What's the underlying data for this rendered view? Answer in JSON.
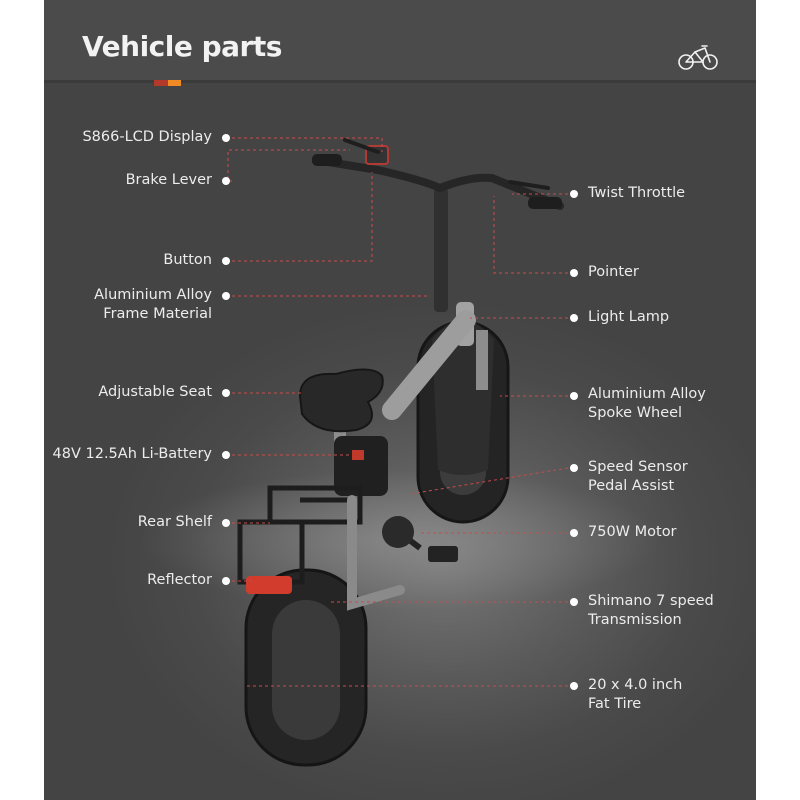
{
  "header": {
    "title": "Vehicle parts",
    "accent_colors": [
      "#b3392b",
      "#f08a24"
    ],
    "logo_icon": "bicycle-icon"
  },
  "colors": {
    "background": "#4d4d4d",
    "label_text": "#ececec",
    "leader_line": "#c94b4b",
    "dot": "#ffffff"
  },
  "labels_left": [
    {
      "id": "lcd-display",
      "lines": [
        "S866-LCD Display"
      ]
    },
    {
      "id": "brake-lever",
      "lines": [
        "Brake Lever"
      ]
    },
    {
      "id": "button",
      "lines": [
        "Button"
      ]
    },
    {
      "id": "frame",
      "lines": [
        "Aluminium Alloy",
        "Frame Material"
      ]
    },
    {
      "id": "seat",
      "lines": [
        "Adjustable Seat"
      ]
    },
    {
      "id": "battery",
      "lines": [
        "48V 12.5Ah Li-Battery"
      ]
    },
    {
      "id": "rear-shelf",
      "lines": [
        "Rear Shelf"
      ]
    },
    {
      "id": "reflector",
      "lines": [
        "Reflector"
      ]
    }
  ],
  "labels_right": [
    {
      "id": "twist-throttle",
      "lines": [
        "Twist Throttle"
      ]
    },
    {
      "id": "pointer",
      "lines": [
        "Pointer"
      ]
    },
    {
      "id": "light-lamp",
      "lines": [
        "Light Lamp"
      ]
    },
    {
      "id": "spoke-wheel",
      "lines": [
        "Aluminium Alloy",
        "Spoke Wheel"
      ]
    },
    {
      "id": "speed-sensor",
      "lines": [
        "Speed Sensor",
        "Pedal Assist"
      ]
    },
    {
      "id": "motor",
      "lines": [
        "750W Motor"
      ]
    },
    {
      "id": "transmission",
      "lines": [
        "Shimano 7 speed",
        "Transmission"
      ]
    },
    {
      "id": "fat-tire",
      "lines": [
        "20 x 4.0 inch",
        "Fat Tire"
      ]
    }
  ]
}
